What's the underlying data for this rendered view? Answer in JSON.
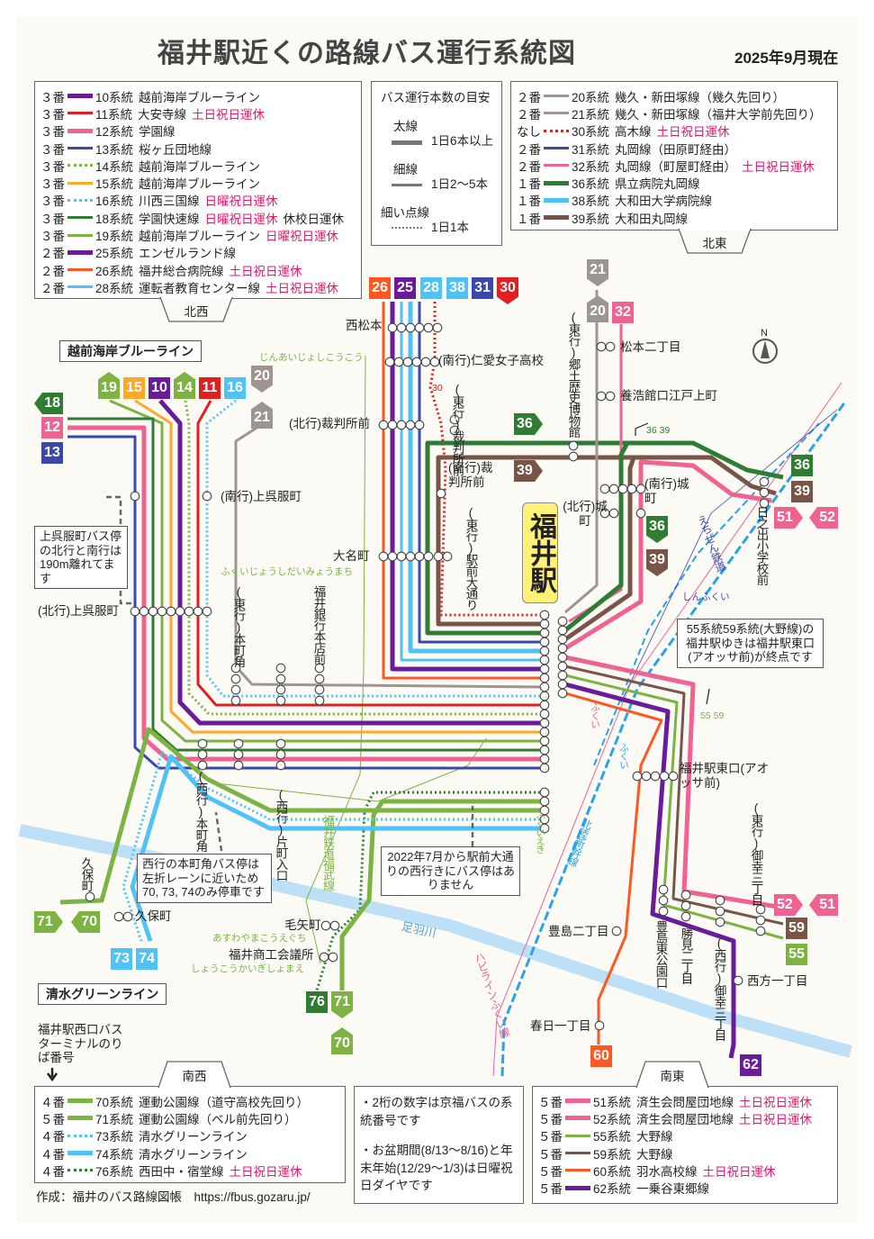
{
  "header": {
    "title": "福井駅近くの路線バス運行系統図",
    "date": "2025年9月現在"
  },
  "legend_nw": {
    "tab": "北西",
    "rows": [
      {
        "stand": "３番",
        "route": "10系統",
        "name": "越前海岸ブルーライン",
        "note": "",
        "note2": "",
        "color": "#6a1b9a",
        "style": "thick"
      },
      {
        "stand": "３番",
        "route": "11系統",
        "name": "大安寺線",
        "note": "土日祝日運休",
        "note2": "",
        "color": "#e02020",
        "style": "thin"
      },
      {
        "stand": "３番",
        "route": "12系統",
        "name": "学園線",
        "note": "",
        "note2": "",
        "color": "#f06292",
        "style": "thick"
      },
      {
        "stand": "３番",
        "route": "13系統",
        "name": "桜ヶ丘団地線",
        "note": "",
        "note2": "",
        "color": "#3949ab",
        "style": "thin"
      },
      {
        "stand": "３番",
        "route": "14系統",
        "name": "越前海岸ブルーライン",
        "note": "",
        "note2": "",
        "color": "#7cb342",
        "style": "dotted"
      },
      {
        "stand": "３番",
        "route": "15系統",
        "name": "越前海岸ブルーライン",
        "note": "",
        "note2": "",
        "color": "#ffa726",
        "style": "thin"
      },
      {
        "stand": "３番",
        "route": "16系統",
        "name": "川西三国線",
        "note": "日曜祝日運休",
        "note2": "",
        "color": "#4fc3f7",
        "style": "dotted"
      },
      {
        "stand": "３番",
        "route": "18系統",
        "name": "学園快速線",
        "note": "日曜祝日運休",
        "note2": "休校日運休",
        "color": "#2e7d32",
        "style": "thin"
      },
      {
        "stand": "３番",
        "route": "19系統",
        "name": "越前海岸ブルーライン",
        "note": "日曜祝日運休",
        "note2": "",
        "color": "#7cb342",
        "style": "thin"
      },
      {
        "stand": "２番",
        "route": "25系統",
        "name": "エンゼルランド線",
        "note": "",
        "note2": "",
        "color": "#6a1b9a",
        "style": "thick"
      },
      {
        "stand": "２番",
        "route": "26系統",
        "name": "福井総合病院線",
        "note": "土日祝日運休",
        "note2": "",
        "color": "#ff5722",
        "style": "thin"
      },
      {
        "stand": "２番",
        "route": "28系統",
        "name": "運転者教育センター線",
        "note": "土日祝日運休",
        "note2": "",
        "color": "#4fc3f7",
        "style": "thin"
      }
    ]
  },
  "legend_freq": {
    "title": "バス運行本数の目安",
    "items": [
      {
        "label": "太線",
        "desc": "1日6本以上",
        "style": "thick"
      },
      {
        "label": "細線",
        "desc": "1日2～5本",
        "style": "thin"
      },
      {
        "label": "細い点線",
        "desc": "1日1本",
        "style": "dotted"
      }
    ]
  },
  "legend_ne": {
    "tab": "北東",
    "rows": [
      {
        "stand": "２番",
        "route": "20系統",
        "name": "幾久・新田塚線（幾久先回り）",
        "note": "",
        "note2": "",
        "color": "#9e9593",
        "style": "thin"
      },
      {
        "stand": "２番",
        "route": "21系統",
        "name": "幾久・新田塚線（福井大学前先回り）",
        "note": "",
        "note2": "",
        "color": "#9e9593",
        "style": "thin"
      },
      {
        "stand": "なし",
        "route": "30系統",
        "name": "高木線",
        "note": "土日祝日運休",
        "note2": "",
        "color": "#e02020",
        "style": "dotted"
      },
      {
        "stand": "２番",
        "route": "31系統",
        "name": "丸岡線（田原町経由）",
        "note": "",
        "note2": "",
        "color": "#3949ab",
        "style": "thin"
      },
      {
        "stand": "２番",
        "route": "32系統",
        "name": "丸岡線（町屋町経由）",
        "note": "土日祝日運休",
        "note2": "",
        "color": "#f06292",
        "style": "thin"
      },
      {
        "stand": "１番",
        "route": "36系統",
        "name": "県立病院丸岡線",
        "note": "",
        "note2": "",
        "color": "#2e7d32",
        "style": "thick"
      },
      {
        "stand": "１番",
        "route": "38系統",
        "name": "大和田大学病院線",
        "note": "",
        "note2": "",
        "color": "#4fc3f7",
        "style": "thick"
      },
      {
        "stand": "１番",
        "route": "39系統",
        "name": "大和田丸岡線",
        "note": "",
        "note2": "",
        "color": "#795548",
        "style": "thick"
      }
    ]
  },
  "legend_sw": {
    "tab": "南西",
    "rows": [
      {
        "stand": "４番",
        "route": "70系統",
        "name": "運動公園線（道守高校先回り）",
        "note": "",
        "note2": "",
        "color": "#7cb342",
        "style": "thick"
      },
      {
        "stand": "５番",
        "route": "71系統",
        "name": "運動公園線（ベル前先回り）",
        "note": "",
        "note2": "",
        "color": "#7cb342",
        "style": "thick"
      },
      {
        "stand": "４番",
        "route": "73系統",
        "name": "清水グリーンライン",
        "note": "",
        "note2": "",
        "color": "#4fc3f7",
        "style": "dotted"
      },
      {
        "stand": "４番",
        "route": "74系統",
        "name": "清水グリーンライン",
        "note": "",
        "note2": "",
        "color": "#4fc3f7",
        "style": "thick"
      },
      {
        "stand": "４番",
        "route": "76系統",
        "name": "西田中・宿堂線",
        "note": "土日祝日運休",
        "note2": "",
        "color": "#2e7d32",
        "style": "dotted"
      }
    ]
  },
  "legend_se": {
    "tab": "南東",
    "rows": [
      {
        "stand": "５番",
        "route": "51系統",
        "name": "済生会問屋団地線",
        "note": "土日祝日運休",
        "note2": "",
        "color": "#f06292",
        "style": "thick"
      },
      {
        "stand": "５番",
        "route": "52系統",
        "name": "済生会問屋団地線",
        "note": "土日祝日運休",
        "note2": "",
        "color": "#f06292",
        "style": "thick"
      },
      {
        "stand": "５番",
        "route": "55系統",
        "name": "大野線",
        "note": "",
        "note2": "",
        "color": "#7cb342",
        "style": "thin"
      },
      {
        "stand": "５番",
        "route": "59系統",
        "name": "大野線",
        "note": "",
        "note2": "",
        "color": "#795548",
        "style": "thin"
      },
      {
        "stand": "５番",
        "route": "60系統",
        "name": "羽水高校線",
        "note": "土日祝日運休",
        "note2": "",
        "color": "#ff5722",
        "style": "thin"
      },
      {
        "stand": "５番",
        "route": "62系統",
        "name": "一乗谷東郷線",
        "note": "",
        "note2": "",
        "color": "#6a1b9a",
        "style": "thick"
      }
    ]
  },
  "notes": [
    "・2桁の数字は京福バスの系統番号です",
    "・お盆期間(8/13～8/16)と年末年始(12/29～1/3)は日曜祝日ダイヤです"
  ],
  "credit": "作成：福井のバス路線図帳　https://fbus.gozaru.jp/",
  "terminal_label": "福井駅西口バスターミナルのりば番号",
  "map": {
    "station": "福井駅",
    "compass": "N",
    "line_names": {
      "blue_line": "越前海岸ブルーライン",
      "green_line": "清水グリーンライン"
    },
    "stops": {
      "nishimatsumoto": "西松本",
      "jinai": "(南行)仁愛女子高校",
      "saibansho_n": "(北行)裁判所前",
      "saibansho_e": "(東行)裁判所前",
      "saibansho_s": "(南行)裁判所前",
      "kamigofuku_s": "(南行)上呉服町",
      "daimyo": "大名町",
      "kamigofuku_n": "(北行)上呉服町",
      "honmachi_e": "(東行)本町角",
      "ginko": "福井銀行本店前",
      "ekimae_e": "(東行)駅前大通り",
      "kyodo": "(東行)郷土歴史博物館",
      "matsumoto2": "松本二丁目",
      "yokokan": "養浩館口江戸上町",
      "shiro_s": "(南行)城町",
      "shiro_n": "(北行)城町",
      "hinode": "日之出小学校前",
      "higashiguchi": "福井駅東口(アオッサ前)",
      "miyuki_e": "(東行)御幸三丁目",
      "toyoshima2": "豊島二丁目",
      "toyoshima_park": "豊島東公園口",
      "katsumi": "勝見二丁目",
      "miyuki_w": "(西行)御幸三丁目",
      "nishikata": "西方一丁目",
      "kasuga": "春日一丁目",
      "honmachi_w": "(西行)本町角",
      "katamachi": "(西行)片町入口",
      "kubo_v": "久保町",
      "kubo": "久保町",
      "keya": "毛矢町",
      "shokokaigi": "福井商工会議所"
    },
    "callouts": {
      "kamigofuku": "上呉服町バス停の北行と南行は190m離れてます",
      "honmachi": "西行の本町角バス停は左折レーンに近いため70, 73, 74のみ停車です",
      "ekimae": "2022年7月から駅前大通りの西行きにバス停はありません",
      "ono": "55系統59系統(大野線)の福井駅ゆきは福井駅東口(アオッサ前)が終点です"
    },
    "turn_note": "36 39",
    "turn_note2": "55 59",
    "route30_mark": "30",
    "hiragana": {
      "jinai": "じんあいじょしこうこう",
      "daimyo": "ふくいじょうしだいみょうまち",
      "asuwayama": "あすわやまこうえぐち",
      "shokokaigi": "しょうこうかいぎしょまえ",
      "fukuieki": "ふくいえき",
      "shinfukui": "しんふくい",
      "fukui1": "ふくい",
      "fukui2": "ふくい"
    },
    "rails": {
      "echizen": "えちぜん鉄道",
      "fukubu": "福井鉄道福武線",
      "shinkansen": "北陸新幹線",
      "hapiline": "ハピラインふくい線",
      "river": "足羽川"
    },
    "badges": [
      "26",
      "25",
      "28",
      "38",
      "31",
      "30",
      "21",
      "20",
      "32",
      "19",
      "15",
      "10",
      "14",
      "11",
      "16",
      "20",
      "21",
      "18",
      "12",
      "13",
      "36",
      "39",
      "36",
      "39",
      "51",
      "52",
      "36",
      "39",
      "71",
      "70",
      "73",
      "74",
      "76",
      "71",
      "70",
      "60",
      "62",
      "52",
      "51",
      "59",
      "55"
    ]
  }
}
